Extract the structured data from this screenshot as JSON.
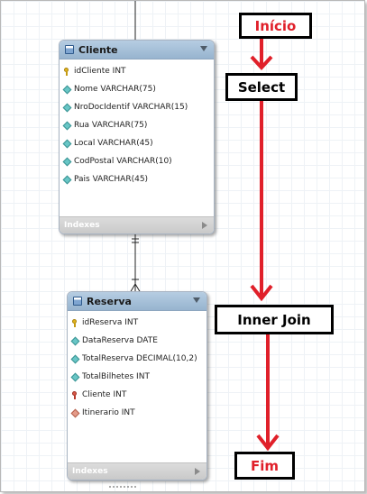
{
  "tables": {
    "cliente": {
      "name": "Cliente",
      "columns": [
        {
          "label": "idCliente INT",
          "icon": "primary-key-icon"
        },
        {
          "label": "Nome VARCHAR(75)",
          "icon": "column-diamond-icon"
        },
        {
          "label": "NroDocIdentif VARCHAR(15)",
          "icon": "column-diamond-icon"
        },
        {
          "label": "Rua VARCHAR(75)",
          "icon": "column-diamond-icon"
        },
        {
          "label": "Local VARCHAR(45)",
          "icon": "column-diamond-icon"
        },
        {
          "label": "CodPostal VARCHAR(10)",
          "icon": "column-diamond-icon"
        },
        {
          "label": "Pais VARCHAR(45)",
          "icon": "column-diamond-icon"
        }
      ],
      "footer": "Indexes"
    },
    "reserva": {
      "name": "Reserva",
      "columns": [
        {
          "label": "idReserva INT",
          "icon": "primary-key-icon"
        },
        {
          "label": "DataReserva DATE",
          "icon": "column-diamond-icon"
        },
        {
          "label": "TotalReserva DECIMAL(10,2)",
          "icon": "column-diamond-icon"
        },
        {
          "label": "TotalBilhetes INT",
          "icon": "column-diamond-icon"
        },
        {
          "label": "Cliente INT",
          "icon": "foreign-key-icon"
        },
        {
          "label": "Itinerario INT",
          "icon": "foreign-key-diamond-icon"
        }
      ],
      "footer": "Indexes"
    }
  },
  "flow": {
    "inicio": "Início",
    "select": "Select",
    "inner_join": "Inner Join",
    "fim": "Fim"
  },
  "colors": {
    "flow_arrow": "#e0202a",
    "flow_label_red": "#e0202a",
    "table_header": "#a6c2dc"
  }
}
